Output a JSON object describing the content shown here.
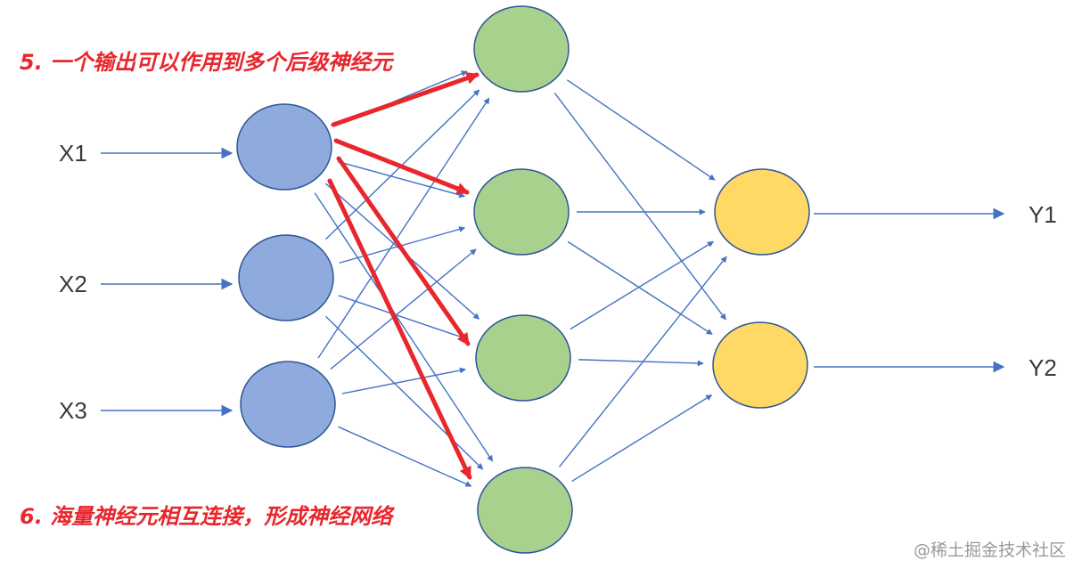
{
  "colors": {
    "input_node_fill": "#8faadc",
    "input_node_stroke": "#2f5597",
    "hidden_node_fill": "#a9d18e",
    "hidden_node_stroke": "#2f5597",
    "output_node_fill": "#ffd966",
    "output_node_stroke": "#2f5597",
    "connection": "#4472c4",
    "highlight": "#e8262c",
    "annotation_text": "#e8262c",
    "label_text": "#3a3a3a",
    "watermark_text": "#9a9a9a"
  },
  "inputs": [
    {
      "label": "X1"
    },
    {
      "label": "X2"
    },
    {
      "label": "X3"
    }
  ],
  "hidden_count": 4,
  "outputs": [
    {
      "label": "Y1"
    },
    {
      "label": "Y2"
    }
  ],
  "annotations": {
    "top": "5. 一个输出可以作用到多个后级神经元",
    "bottom": "6. 海量神经元相互连接，形成神经网络"
  },
  "watermark": "@稀土掘金技术社区"
}
